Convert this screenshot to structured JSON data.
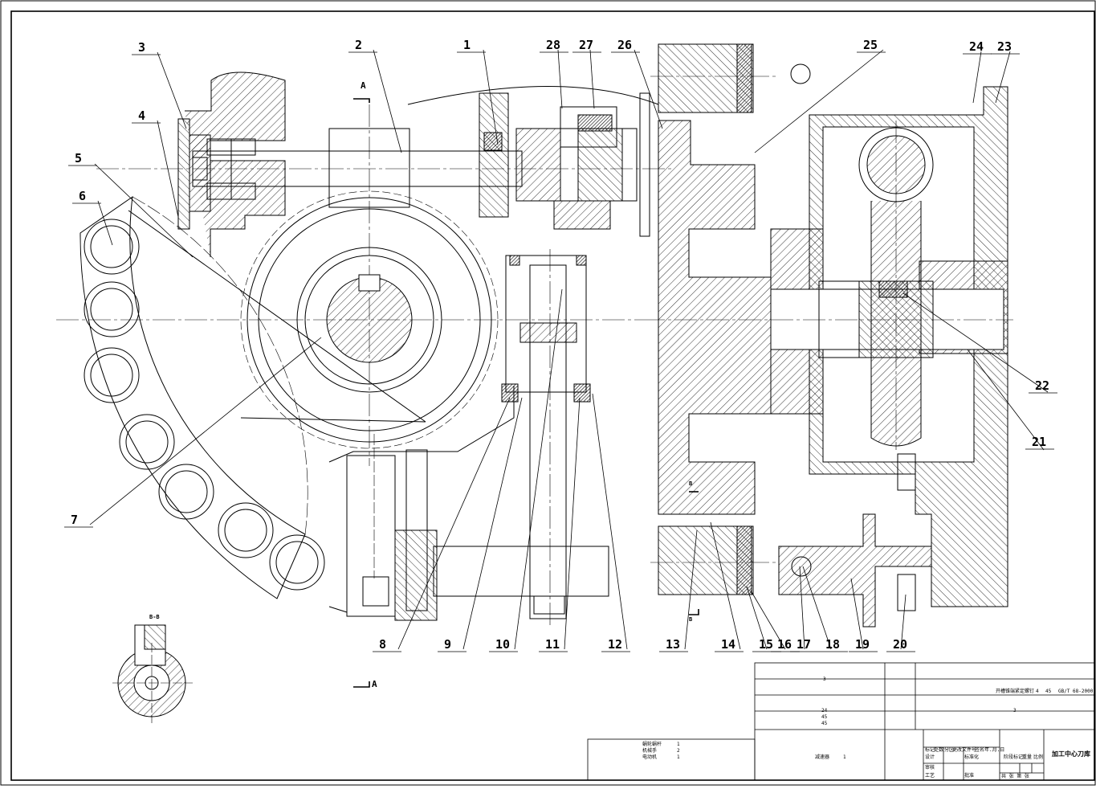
{
  "drawing": {
    "part_labels": [
      "1",
      "2",
      "3",
      "4",
      "5",
      "6",
      "7",
      "8",
      "9",
      "10",
      "11",
      "12",
      "13",
      "14",
      "15",
      "16",
      "17",
      "18",
      "19",
      "20",
      "21",
      "22",
      "23",
      "24",
      "25",
      "26",
      "27",
      "28"
    ],
    "section_labels": {
      "a_top": "A",
      "a_bottom": "A",
      "b_top": "B",
      "b_bottom": "B",
      "bb_view": "B-B"
    }
  },
  "title_block": {
    "title": "加工中心刀库",
    "header_row": [
      "标记",
      "处数",
      "分区",
      "更改文件号",
      "签名",
      "年.月.日"
    ],
    "design": "设计",
    "standardize": "标准化",
    "stage_mark": "阶段标记",
    "weight": "重量",
    "scale": "比例",
    "review": "审核",
    "process": "工艺",
    "approve": "批准",
    "sheets": "共 张 第 张",
    "top_item": "3",
    "bolt_row": [
      "开槽锥端紧定螺钉",
      "4",
      "45",
      "GB/T 68-2000"
    ],
    "mid_item": "3",
    "qty_rows": [
      "24",
      "45",
      "45"
    ]
  },
  "parts_list": {
    "rows": [
      {
        "name": "蜗轮蜗杆",
        "qty": "1"
      },
      {
        "name": "机械手",
        "qty": "2"
      },
      {
        "name": "电动机",
        "qty": "1"
      }
    ],
    "reducer": {
      "name": "减速器",
      "qty": "1"
    }
  }
}
